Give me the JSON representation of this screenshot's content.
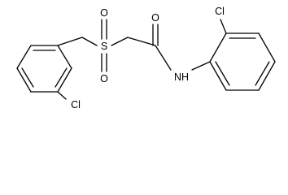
{
  "atoms": {
    "S": "S",
    "O_top": "O",
    "O_bottom": "O",
    "O_carbonyl": "O",
    "NH": "NH",
    "Cl_left": "Cl",
    "Cl_right": "Cl"
  }
}
